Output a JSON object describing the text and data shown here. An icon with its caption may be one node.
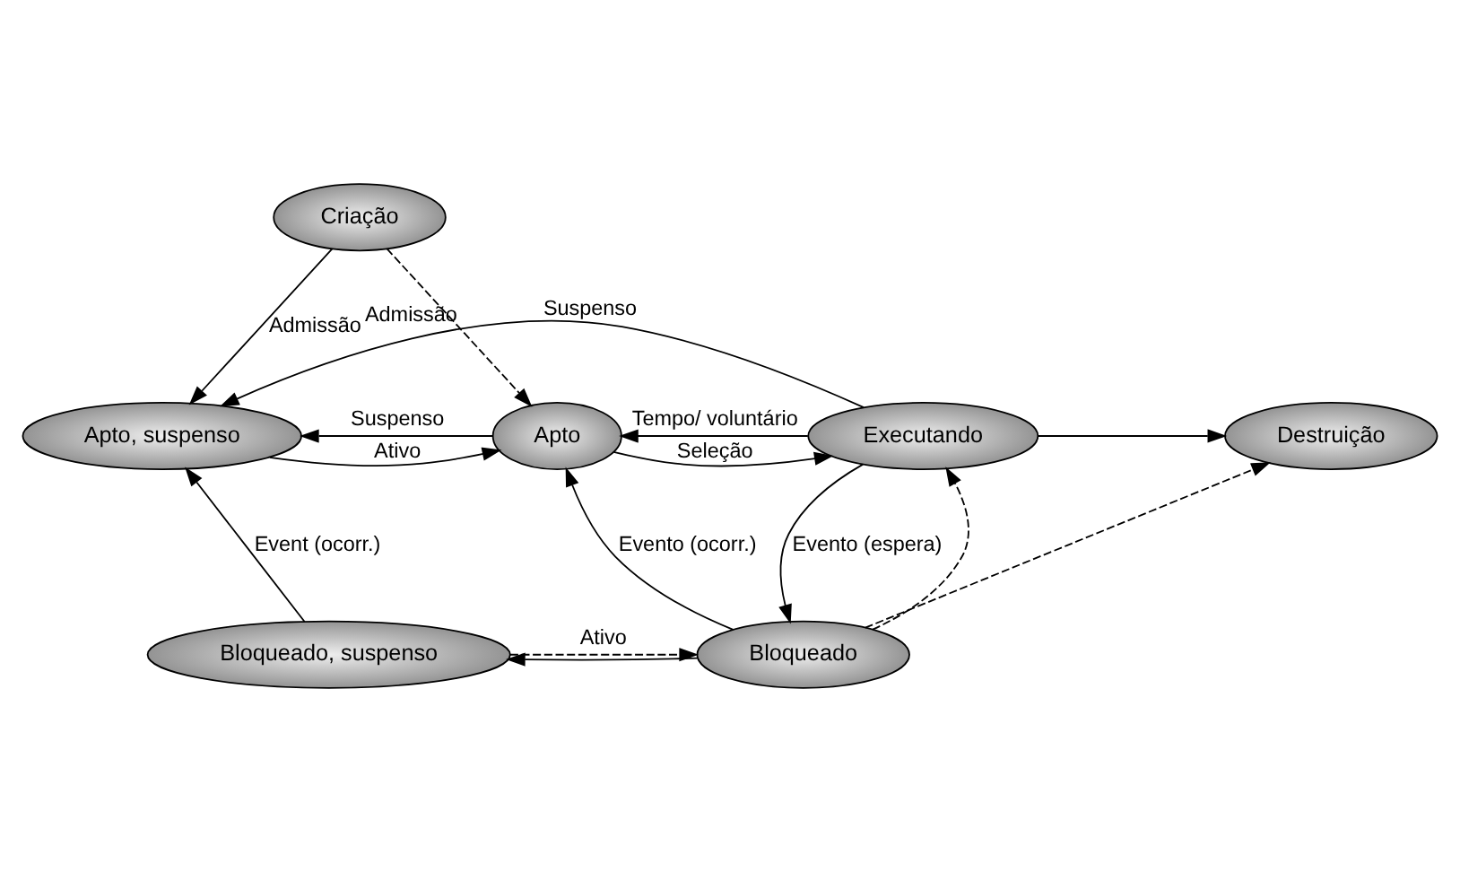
{
  "diagram": {
    "nodes": [
      {
        "text": [
          "Criação"
        ]
      },
      {
        "text": [
          "Apto, suspenso"
        ]
      },
      {
        "text": [
          "Apto"
        ]
      },
      {
        "text": [
          "Executando"
        ]
      },
      {
        "text": [
          "Destruição"
        ]
      },
      {
        "text": [
          "Bloqueado, suspenso"
        ]
      },
      {
        "text": [
          "Bloqueado"
        ]
      }
    ],
    "edges": [
      {
        "from": 0,
        "to": 1,
        "arrow": "to",
        "label": "Admissão"
      },
      {
        "from": 0,
        "to": 2,
        "arrow": "to",
        "label": "Admissão",
        "style": "dashed"
      },
      {
        "from": 3,
        "to": 1,
        "arrow": "to",
        "label": "Suspenso"
      },
      {
        "from": 1,
        "to": 2,
        "arrow": "to",
        "label": "Ativo"
      },
      {
        "from": 2,
        "to": 1,
        "arrow": "to",
        "label": "Suspenso"
      },
      {
        "from": 2,
        "to": 3,
        "arrow": "to",
        "label": "Seleção"
      },
      {
        "from": 3,
        "to": 2,
        "arrow": "to",
        "label": "Tempo/ voluntário"
      },
      {
        "from": 3,
        "to": 4,
        "arrow": "to"
      },
      {
        "from": 3,
        "to": 6,
        "arrow": "to",
        "label": "Evento (espera)"
      },
      {
        "from": 6,
        "to": 2,
        "arrow": "to",
        "label": "Evento (ocorr.)"
      },
      {
        "from": 5,
        "to": 1,
        "arrow": "to",
        "label": "Event (ocorr.)"
      },
      {
        "from": 5,
        "to": 6,
        "arrow": "to",
        "label": "Ativo",
        "style": "dashed"
      },
      {
        "from": 6,
        "to": 5,
        "arrow": "to"
      },
      {
        "from": 6,
        "to": 3,
        "arrow": "to",
        "style": "dashed"
      },
      {
        "from": 6,
        "to": 4,
        "arrow": "to",
        "style": "dashed"
      }
    ]
  }
}
